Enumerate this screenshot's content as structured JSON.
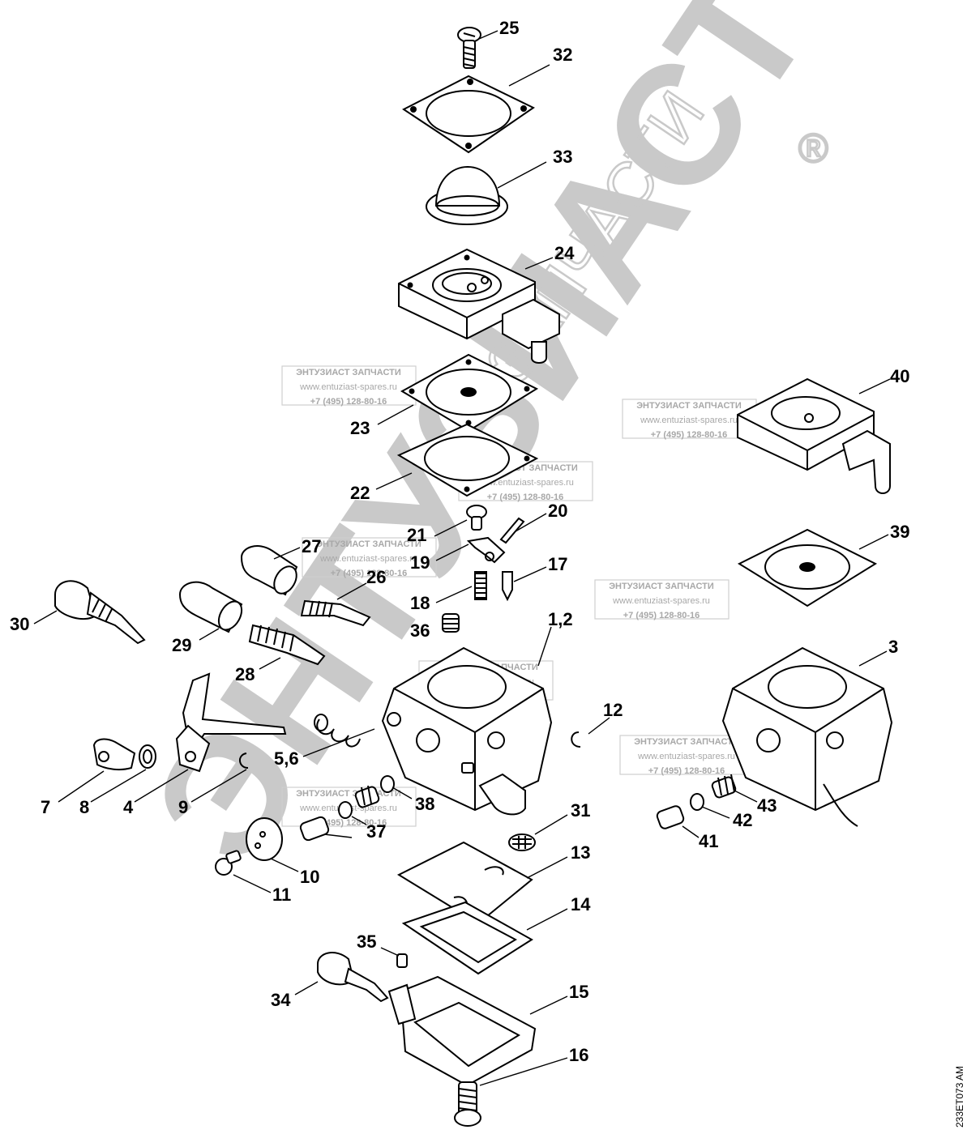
{
  "watermark": {
    "brand_small": "ЗАПЧАСТИ",
    "brand_big": "ЭНТУЗИАСТ",
    "registered": "®"
  },
  "stamp": {
    "name": "ЭНТУЗИАСТ ЗАПЧАСТИ",
    "site": "www.entuziast-spares.ru",
    "phone": "+7 (495) 128-80-16"
  },
  "drawing_code": "233ET073 AM",
  "callouts": {
    "c25": "25",
    "c32": "32",
    "c33": "33",
    "c24": "24",
    "c23": "23",
    "c22": "22",
    "c40": "40",
    "c39": "39",
    "c21": "21",
    "c20": "20",
    "c19": "19",
    "c17": "17",
    "c27": "27",
    "c26": "26",
    "c18": "18",
    "c36": "36",
    "c30": "30",
    "c29": "29",
    "c28": "28",
    "c12": "12",
    "c3": "3",
    "c12b": "1,2",
    "c56": "5,6",
    "c7": "7",
    "c8": "8",
    "c4": "4",
    "c9": "9",
    "c38": "38",
    "c37": "37",
    "c31": "31",
    "c10": "10",
    "c11": "11",
    "c13": "13",
    "c14": "14",
    "c35": "35",
    "c34": "34",
    "c15": "15",
    "c16": "16",
    "c41": "41",
    "c42": "42",
    "c43": "43"
  }
}
